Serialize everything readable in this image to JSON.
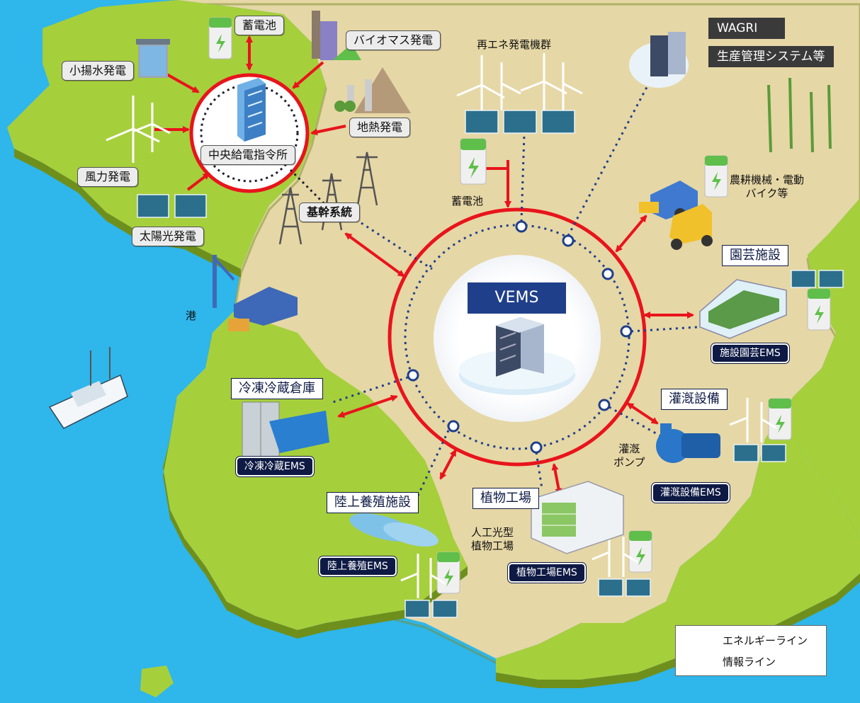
{
  "diagram_labels": {
    "battery_top": "蓄電池",
    "biomass": "バイオマス発電",
    "small_hydro": "小揚水発電",
    "geothermal": "地熱発電",
    "central_dispatch": "中央給電指令所",
    "wind": "風力発電",
    "solar": "太陽光発電",
    "trunk_grid": "基幹系統",
    "renewable_group": "再エネ発電機群",
    "battery_center": "蓄電池",
    "wagri": "WAGRI",
    "production_mgmt": "生産管理システム等",
    "farm_machinery": "農耕機械・電動\nバイク等",
    "harbor": "港",
    "vems": "VEMS",
    "horticulture": "園芸施設",
    "horticulture_ems": "施設園芸EMS",
    "cold_storage": "冷凍冷蔵倉庫",
    "cold_storage_ems": "冷凍冷蔵EMS",
    "irrigation": "灌漑設備",
    "irrigation_pump": "灌漑\nポンプ",
    "irrigation_ems": "灌漑設備EMS",
    "land_aquaculture": "陸上養殖施設",
    "land_aquaculture_ems": "陸上養殖EMS",
    "plant_factory": "植物工場",
    "artificial_light_factory": "人工光型\n植物工場",
    "plant_factory_ems": "植物工場EMS"
  },
  "legend": {
    "energy_line": "エネルギーライン",
    "info_line": "情報ライン"
  },
  "colors": {
    "sea": "#2fb6ea",
    "land_green": "#a6cf3c",
    "land_sand": "#e6d7a6",
    "energy_line": "#e8141c",
    "info_line": "#1f3f8a",
    "ems_bg": "#0e1a44"
  }
}
